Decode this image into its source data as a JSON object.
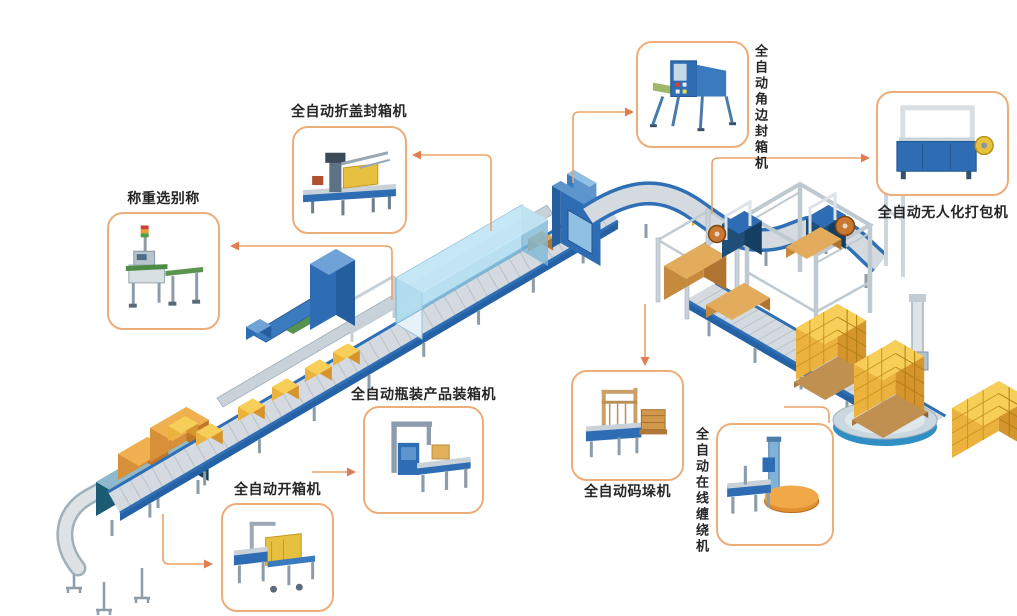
{
  "diagram_type": "automated-packaging-line-flow",
  "callouts": [
    {
      "name": "fold-lid-case-sealer",
      "label": "全自动折盖封箱机",
      "label_position": "top",
      "orientation": "horizontal"
    },
    {
      "name": "checkweigher",
      "label": "称重选别称",
      "label_position": "top",
      "orientation": "horizontal"
    },
    {
      "name": "corner-edge-case-sealer",
      "label": "全自动角边封箱机",
      "label_position": "right",
      "orientation": "vertical"
    },
    {
      "name": "unmanned-strapping-machine",
      "label": "全自动无人化打包机",
      "label_position": "bottom",
      "orientation": "horizontal"
    },
    {
      "name": "bottle-product-case-packer",
      "label": "全自动瓶装产品装箱机",
      "label_position": "top",
      "orientation": "horizontal"
    },
    {
      "name": "case-erector",
      "label": "全自动开箱机",
      "label_position": "top",
      "orientation": "horizontal"
    },
    {
      "name": "palletizer",
      "label": "全自动码垛机",
      "label_position": "bottom",
      "orientation": "horizontal"
    },
    {
      "name": "inline-stretch-wrapper",
      "label": "全自动在线缠绕机",
      "label_position": "left",
      "orientation": "vertical"
    }
  ],
  "colors": {
    "background": "#FFFFFF",
    "callout_border": "#ECAD79",
    "connector_line": "#E9A368",
    "connector_arrow": "#DE7E52",
    "machine_blue": "#2E6DB4",
    "carton_yellow": "#ECB23E",
    "pallet_tan": "#C68A3E",
    "label_text": "#262626"
  }
}
